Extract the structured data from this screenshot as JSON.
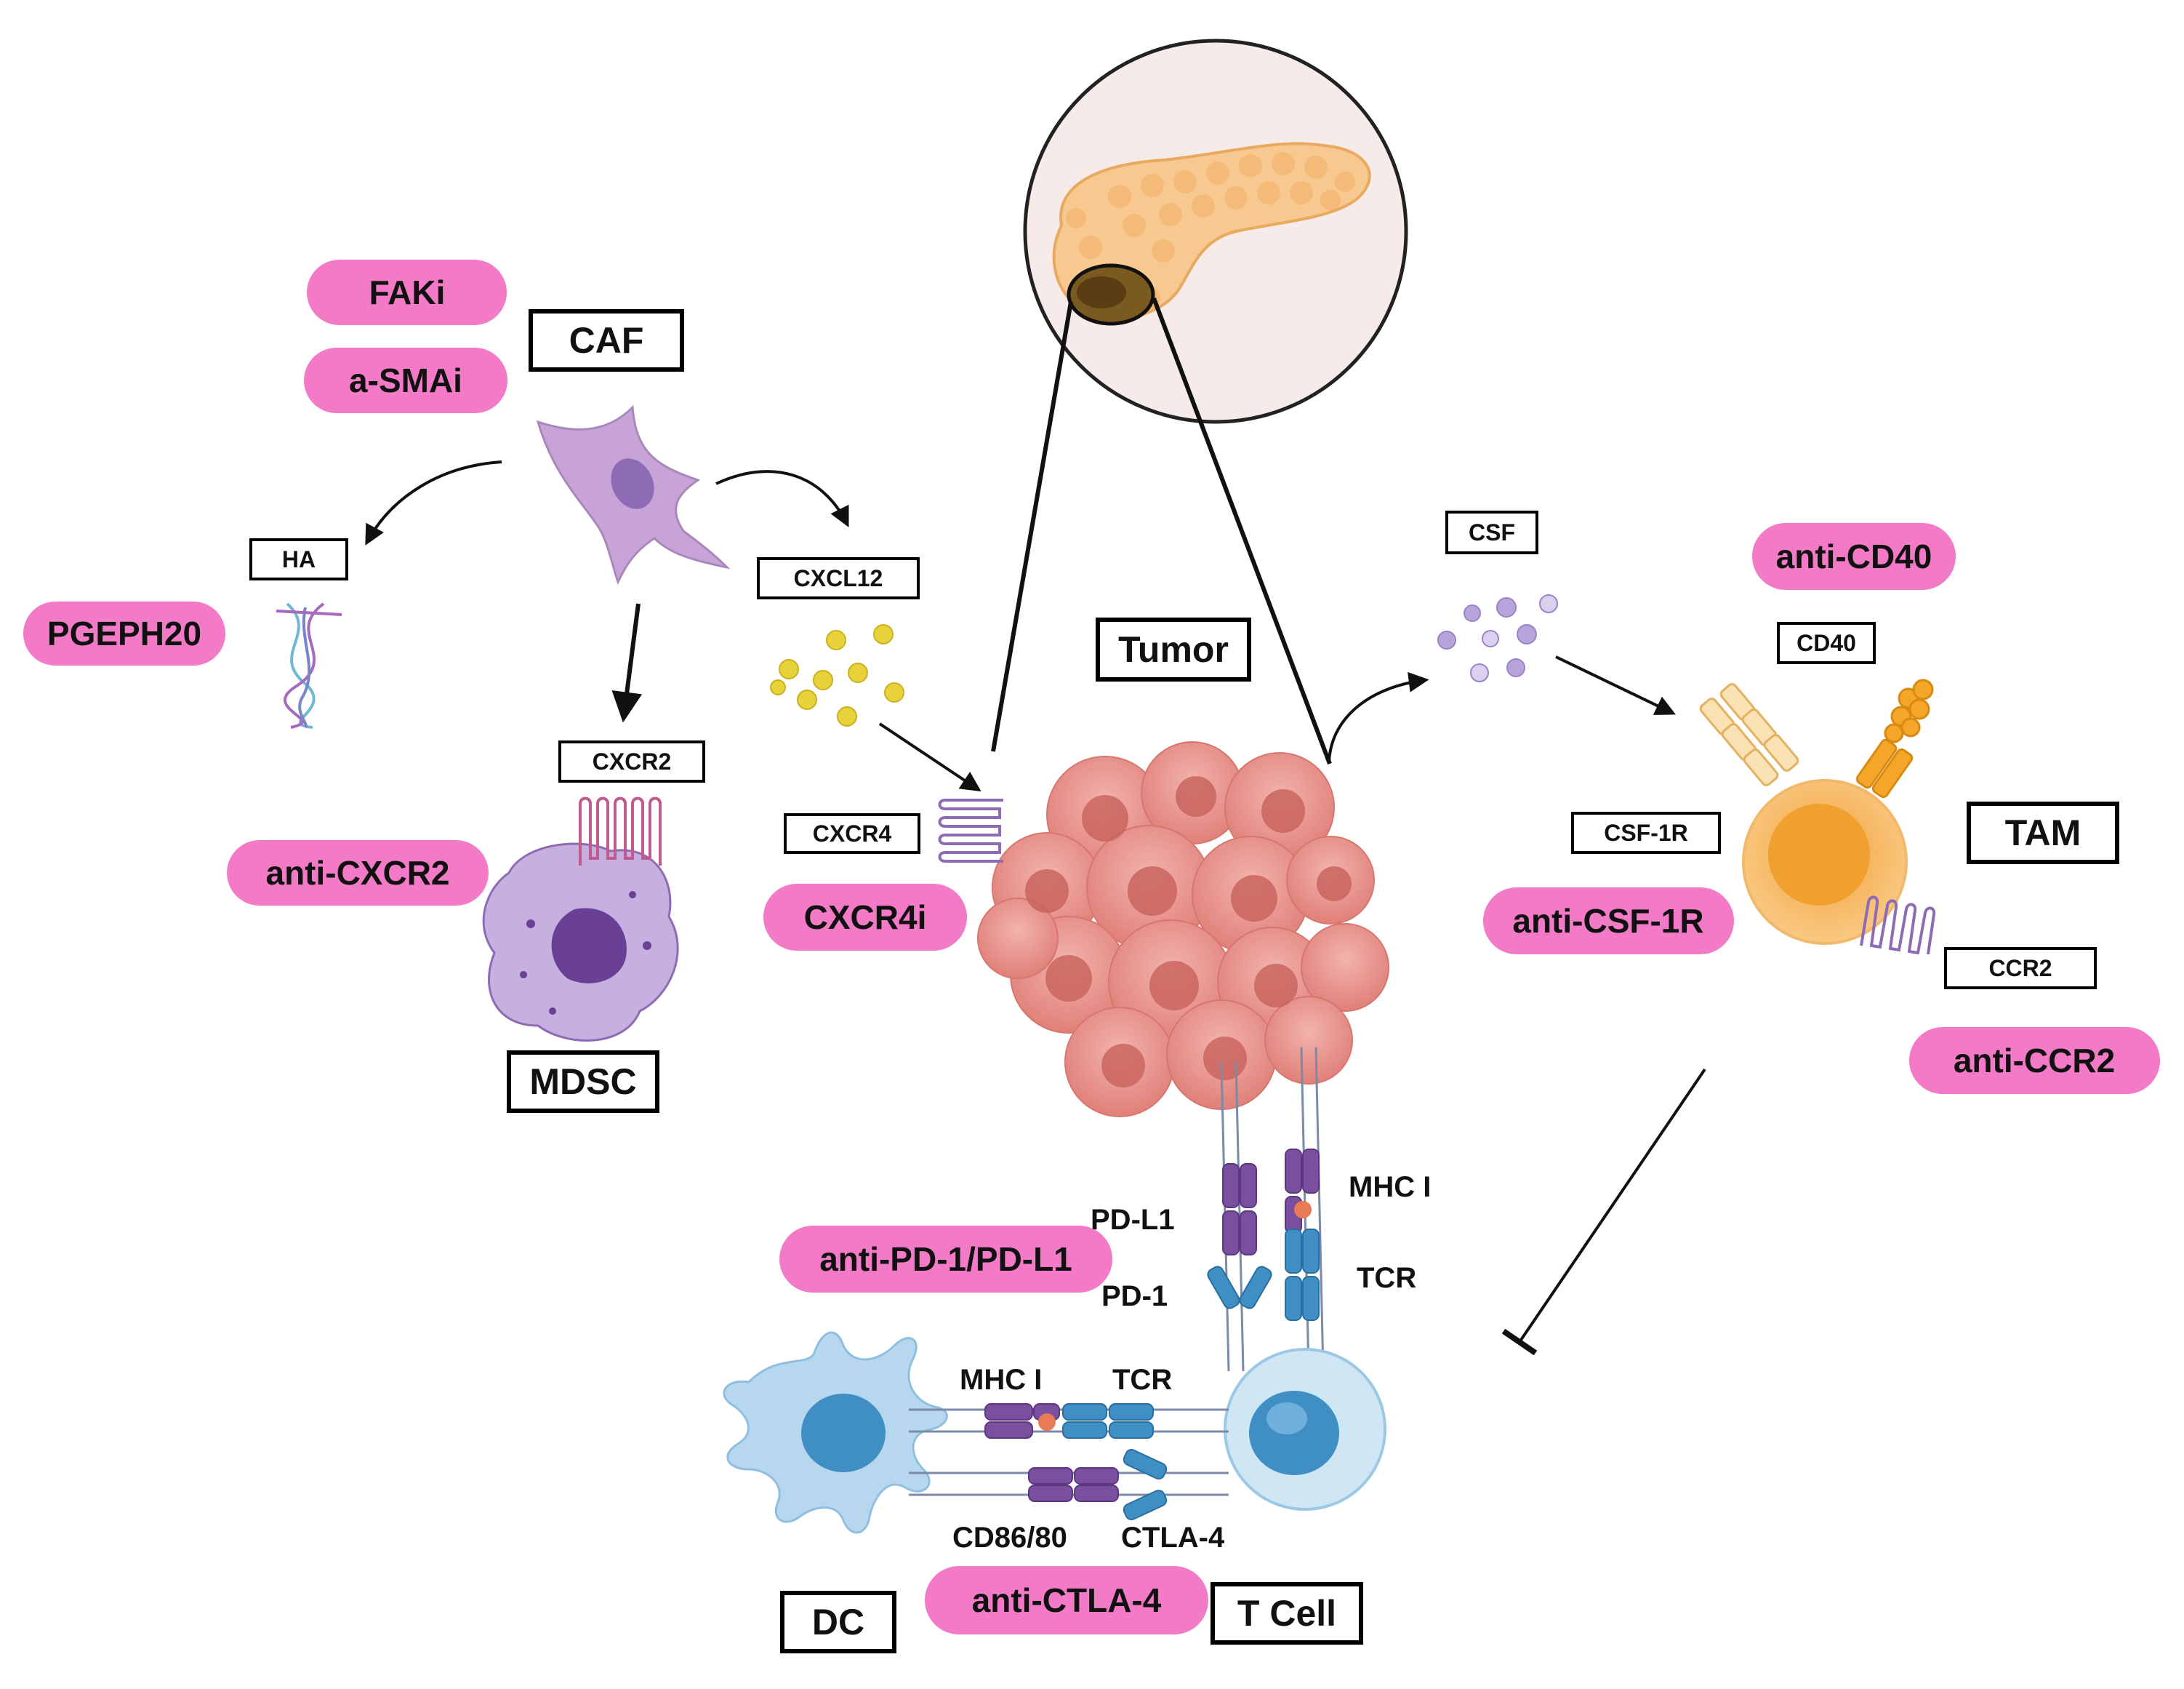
{
  "colors": {
    "pill": "#f27ac7",
    "caf_cell": "#c7a3d8",
    "mdsc_cell": "#9c7fbf",
    "tumor_cell": "#e8908a",
    "tam_cell": "#f4b25a",
    "dc_cell": "#a9cfe8",
    "t_cell": "#bcdcf0",
    "receptor_purple": "#8e6bb5",
    "receptor_blue": "#4a98c9",
    "chemokine_yellow": "#e8d23a",
    "csf_purple": "#b9a3dd",
    "pancreas": "#f7c990",
    "zoom_circle_fill": "#f6ebe8"
  },
  "labels": {
    "caf": "CAF",
    "ha": "HA",
    "cxcl12": "CXCL12",
    "cxcr2": "CXCR2",
    "cxcr4": "CXCR4",
    "mdsc": "MDSC",
    "tumor": "Tumor",
    "csf": "CSF",
    "cd40": "CD40",
    "csf1r": "CSF-1R",
    "tam": "TAM",
    "ccr2": "CCR2",
    "dc": "DC",
    "tcell": "T Cell",
    "pdl1": "PD-L1",
    "pd1": "PD-1",
    "mhc1_top": "MHC I",
    "tcr_top": "TCR",
    "mhc1_bottom": "MHC I",
    "tcr_bottom": "TCR",
    "cd86_80": "CD86/80",
    "ctla4": "CTLA-4"
  },
  "drugs": {
    "faki": "FAKi",
    "asmai": "a-SMAi",
    "pgeph20": "PGEPH20",
    "anti_cxcr2": "anti-CXCR2",
    "cxcr4i": "CXCR4i",
    "anti_cd40": "anti-CD40",
    "anti_csf1r": "anti-CSF-1R",
    "anti_ccr2": "anti-CCR2",
    "anti_pd1_pdl1": "anti-PD-1/PD-L1",
    "anti_ctla4": "anti-CTLA-4"
  }
}
